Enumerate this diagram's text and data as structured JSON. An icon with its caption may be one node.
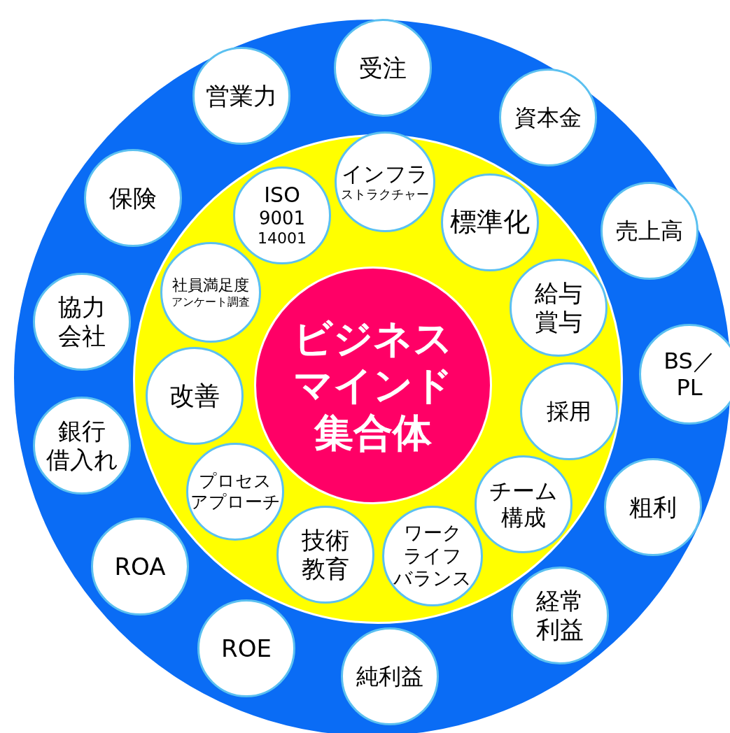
{
  "diagram": {
    "nodes": [
      {
        "text": [],
        "shape": "circle"
      },
      {
        "text": [],
        "shape": "circle",
        "in": 0
      },
      {
        "text": [
          "ビジネスマインド集合体"
        ],
        "in": 1
      },
      {
        "text": [
          "インフラ",
          "ストラクチャー"
        ],
        "in": 1
      },
      {
        "text": [
          "標準化"
        ],
        "in": 1
      },
      {
        "text": [
          "給与賞与"
        ],
        "in": 1
      },
      {
        "text": [
          "採用"
        ],
        "in": 1
      },
      {
        "text": [
          "チーム構成"
        ],
        "in": 1
      },
      {
        "text": [
          "ワークライフバランス"
        ],
        "in": 1
      },
      {
        "text": [
          "技術教育"
        ],
        "in": 1
      },
      {
        "text": [
          "プロセスアプローチ"
        ],
        "in": 1
      },
      {
        "text": [
          "改善"
        ],
        "in": 1
      },
      {
        "text": [
          "社員満足度",
          "アンケート調査"
        ],
        "in": 1
      },
      {
        "text": [
          "ISO",
          "9001",
          "14001"
        ],
        "in": 1
      },
      {
        "text": [
          "受注"
        ],
        "in": 0
      },
      {
        "text": [
          "資本金"
        ],
        "in": 0
      },
      {
        "text": [
          "売上高"
        ],
        "in": 0
      },
      {
        "text": [
          "BS／PL"
        ],
        "in": 0
      },
      {
        "text": [
          "粗利"
        ],
        "in": 0
      },
      {
        "text": [
          "経常利益"
        ],
        "in": 0
      },
      {
        "text": [
          "純利益"
        ],
        "in": 0
      },
      {
        "text": [
          "ROE"
        ],
        "in": 0
      },
      {
        "text": [
          "ROA"
        ],
        "in": 0
      },
      {
        "text": [
          "銀行借入れ"
        ],
        "in": 0
      },
      {
        "text": [
          "協力会社"
        ],
        "in": 0
      },
      {
        "text": [
          "保険"
        ],
        "in": 0
      },
      {
        "text": [
          "営業力"
        ],
        "in": 0
      }
    ]
  }
}
